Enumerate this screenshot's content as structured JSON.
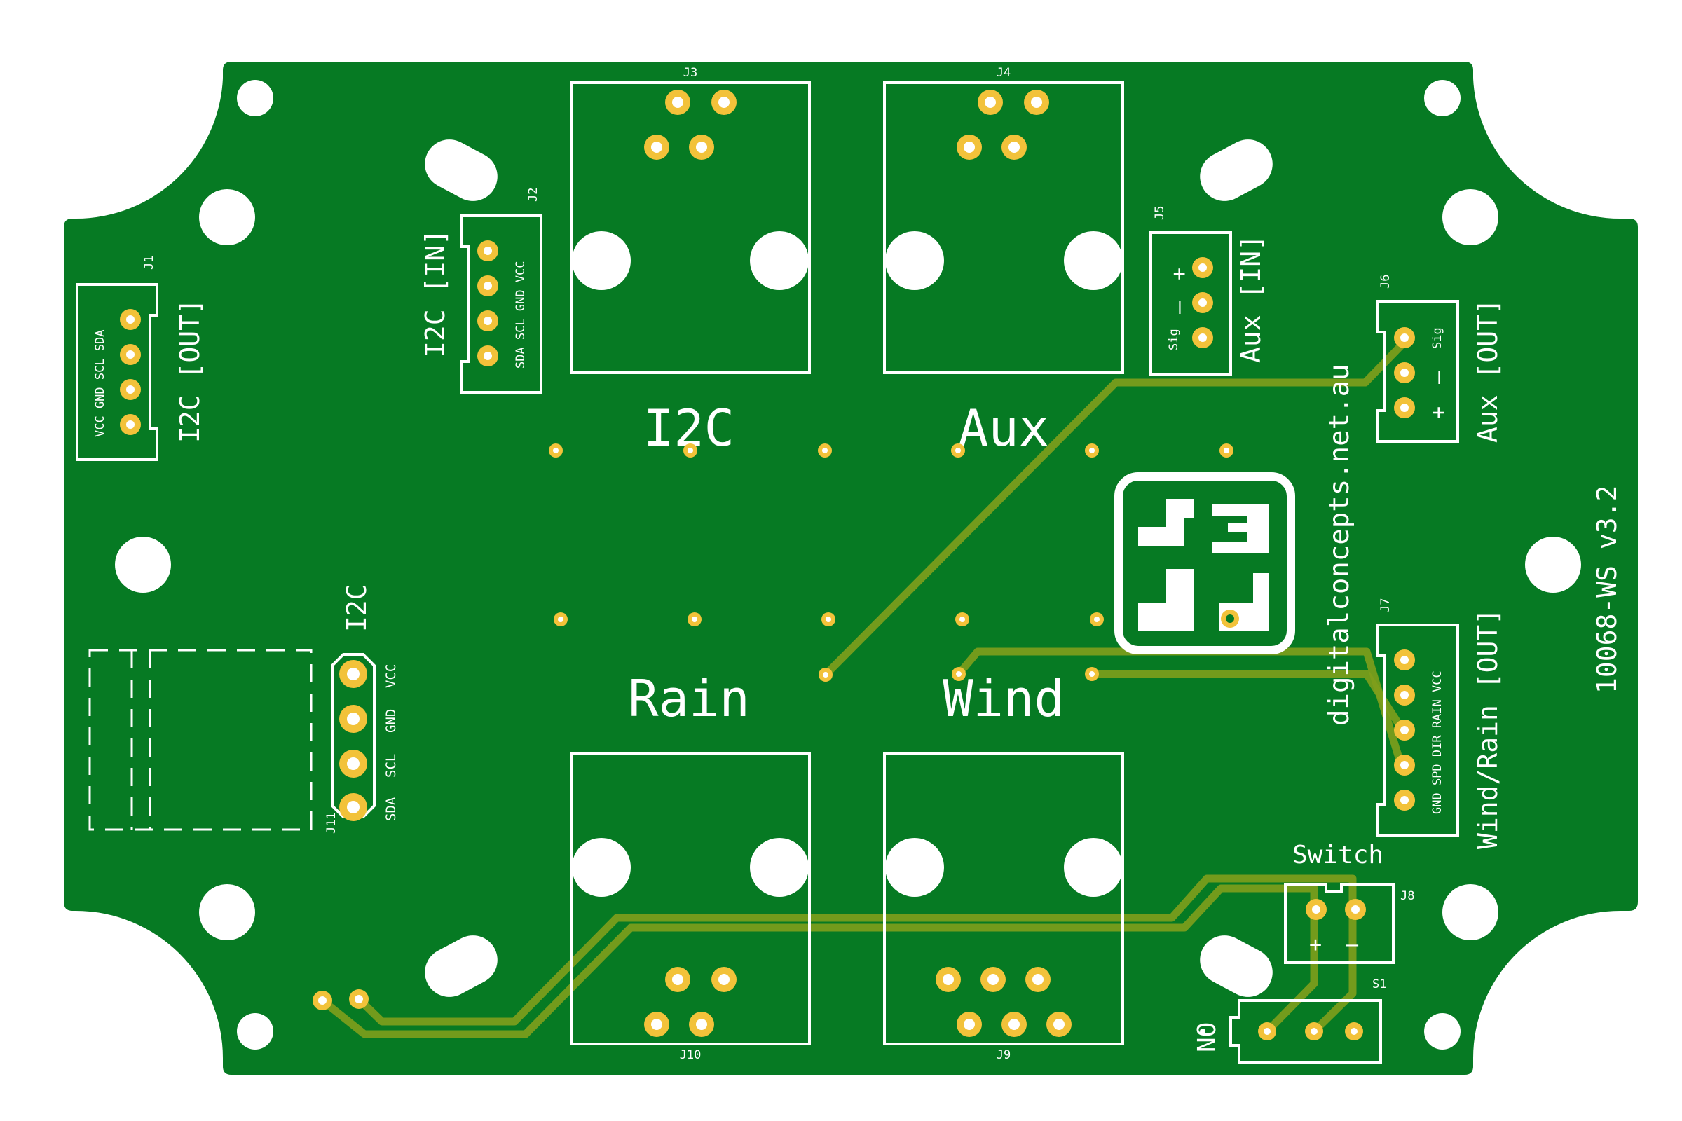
{
  "colors": {
    "board": "#067a23",
    "silk": "#ffffff",
    "pad": "#f2c23a",
    "trace": "#7f9e1c"
  },
  "labels": {
    "j1": "J1",
    "j2": "J2",
    "j3": "J3",
    "j4": "J4",
    "j5": "J5",
    "j6": "J6",
    "j7": "J7",
    "j8": "J8",
    "j9": "J9",
    "j10": "J10",
    "j11": "J11",
    "s1": "S1",
    "i2c_out": "I2C [OUT]",
    "i2c_in": "I2C [IN]",
    "aux_in": "Aux [IN]",
    "aux_out": "Aux [OUT]",
    "wind_rain_out": "Wind/Rain [OUT]",
    "i2c_big": "I2C",
    "aux_big": "Aux",
    "rain_big": "Rain",
    "wind_big": "Wind",
    "i2c_j11": "I2C",
    "switch": "Switch",
    "no": "NO",
    "website": "digitalconcepts.net.au",
    "board_id": "10068-WS  v3.2",
    "j1_pins": "VCC GND SCL SDA",
    "j2_pins": "SDA SCL GND VCC",
    "j7_pins": "GND SPD DIR RAIN VCC",
    "j11_vcc": "VCC",
    "j11_gnd": "GND",
    "j11_scl": "SCL",
    "j11_sda": "SDA",
    "j5_sig": "Sig",
    "j5_minus": "–",
    "j5_plus": "+",
    "j6_sig": "Sig",
    "j6_minus": "–",
    "j6_plus": "+",
    "j8_plus": "+",
    "j8_minus": "–"
  }
}
